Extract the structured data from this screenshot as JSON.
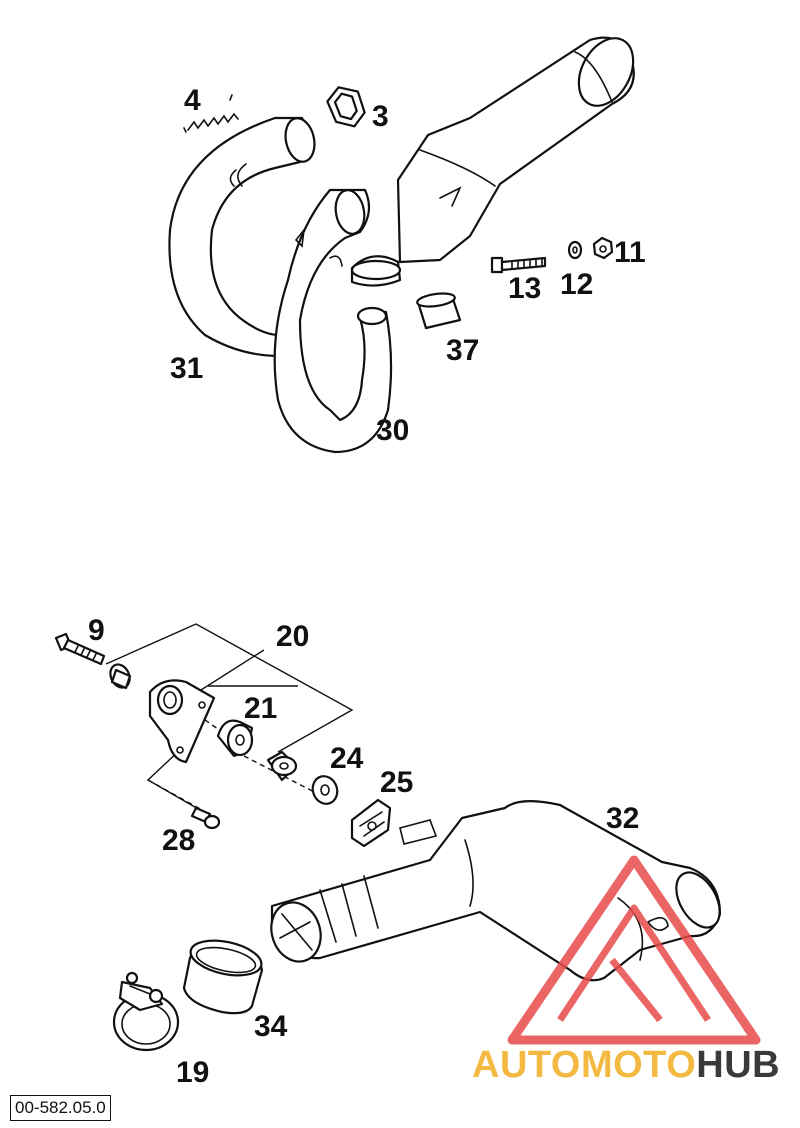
{
  "drawing_code": "00-582.05.0",
  "watermark": {
    "text_accent": "AUTOMOTO",
    "text_dark": "HUB",
    "accent_color": "#f4b942",
    "logo_color": "#e84b4b"
  },
  "callouts": {
    "c4": "4",
    "c3": "3",
    "c11": "11",
    "c12": "12",
    "c13": "13",
    "c37": "37",
    "c31": "31",
    "c30": "30",
    "c9": "9",
    "c20": "20",
    "c21": "21",
    "c24": "24",
    "c25": "25",
    "c28": "28",
    "c32": "32",
    "c34": "34",
    "c19": "19"
  }
}
